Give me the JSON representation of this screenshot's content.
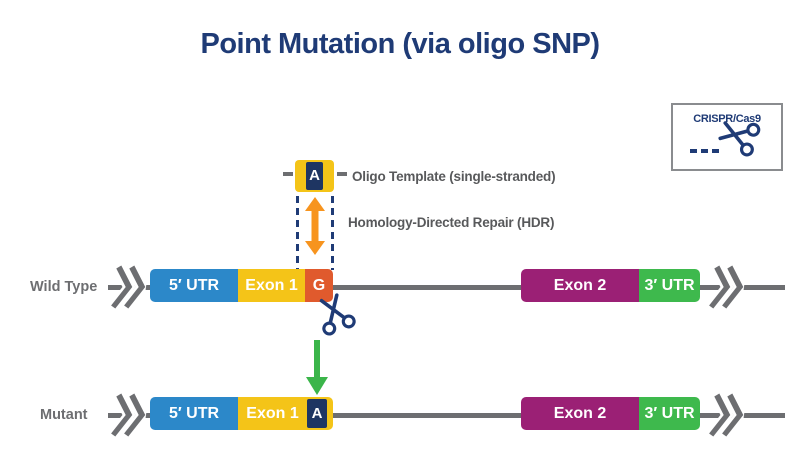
{
  "title": "Point Mutation (via oligo SNP)",
  "legend": {
    "label": "CRISPR/Cas9",
    "icon": "scissors-icon"
  },
  "oligo": {
    "base": "A",
    "label": "Oligo Template (single-stranded)"
  },
  "hdr_label": "Homology-Directed Repair (HDR)",
  "rows": {
    "wild_type": {
      "label": "Wild Type",
      "segments": {
        "utr5": "5′ UTR",
        "exon1": "Exon 1",
        "snp": "G",
        "exon2": "Exon 2",
        "utr3": "3′ UTR"
      }
    },
    "mutant": {
      "label": "Mutant",
      "segments": {
        "utr5": "5′ UTR",
        "exon1": "Exon 1",
        "snp": "A",
        "exon2": "Exon 2",
        "utr3": "3′ UTR"
      }
    }
  },
  "colors": {
    "navy": "#1f3b76",
    "navy_dark": "#1e3562",
    "utr5_blue": "#2c88c9",
    "exon_yellow": "#f4c418",
    "snp_orange_red": "#e05a2d",
    "exon2_purple": "#9b2075",
    "utr3_green": "#3eb94d",
    "hdr_arrow_orange": "#f7941e",
    "repair_arrow_green": "#3bb54a",
    "line_gray": "#6d6e71",
    "annotation_gray": "#58595b",
    "legend_border_gray": "#8a8c8f"
  }
}
